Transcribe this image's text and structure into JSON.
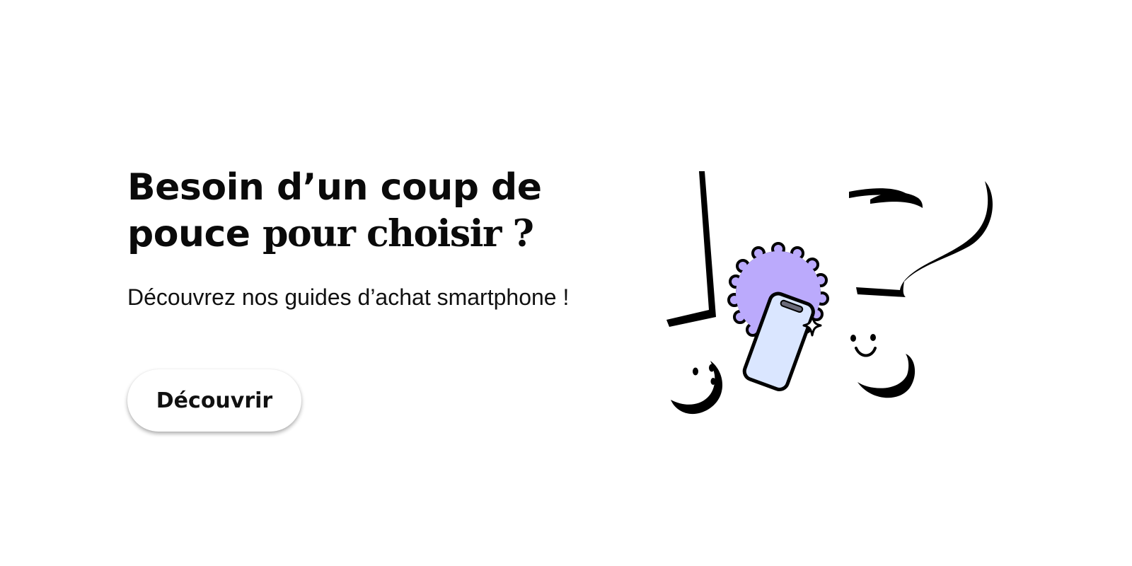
{
  "banner": {
    "title_line1": "Besoin d’un coup de",
    "title_line2_regular": "pouce",
    "title_line2_emphasis": "pour choisir ?",
    "subtitle": "Découvrez nos guides d’achat smartphone !",
    "cta_label": "Découvrir"
  },
  "illustration": {
    "elements": [
      "exclamation-mark-shape",
      "question-mark-shape",
      "smiley-face-left",
      "smiley-face-right",
      "badge-icon",
      "smartphone-icon",
      "sparkle-icon"
    ],
    "colors": {
      "ink": "#000000",
      "badge_fill": "#bbaafc",
      "phone_fill": "#dae6ff",
      "phone_camera": "#6b6b7a",
      "background": "#ffffff"
    }
  }
}
